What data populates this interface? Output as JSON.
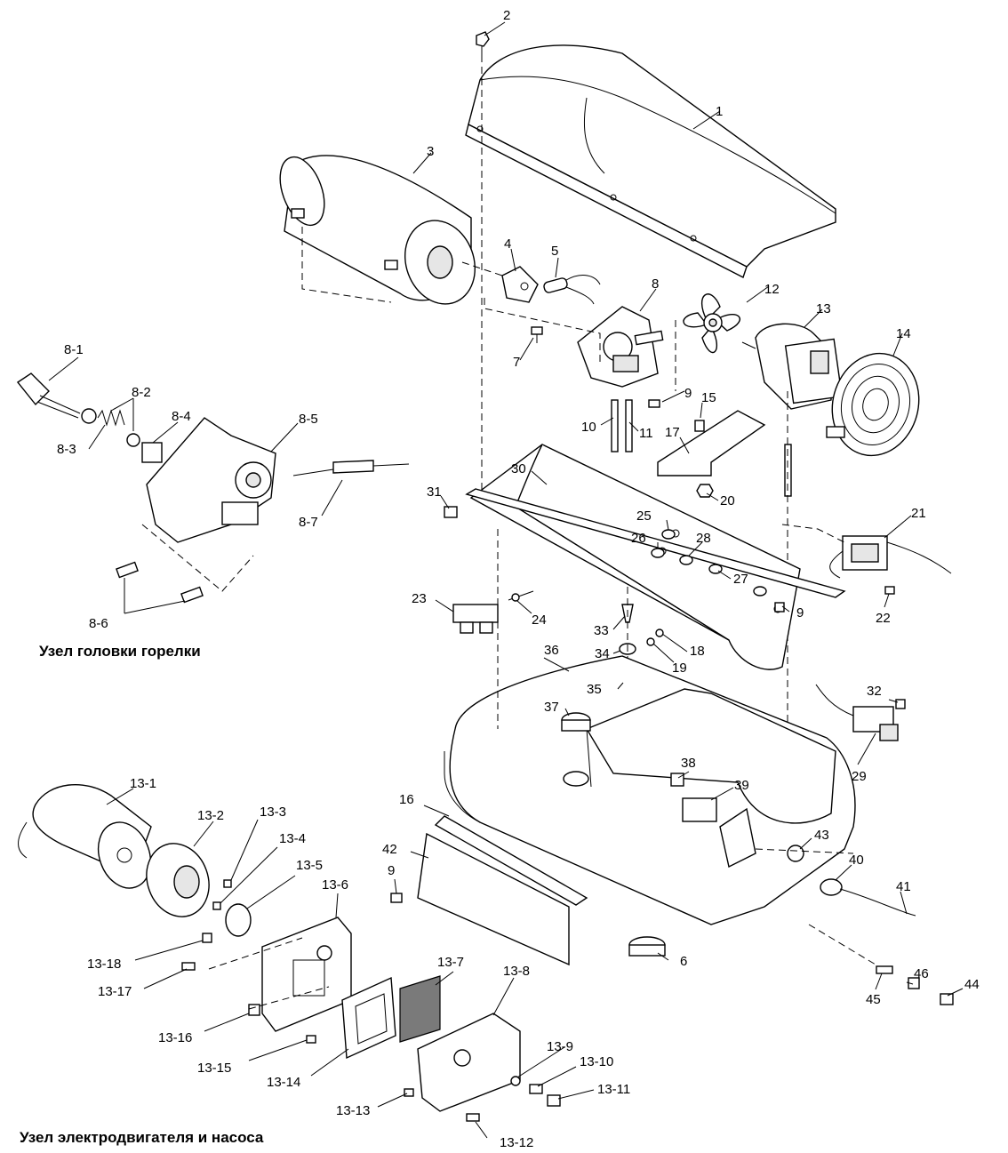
{
  "captions": {
    "burner_head_assembly": "Узел головки горелки",
    "motor_pump_assembly": "Узел электродвигателя и насоса"
  },
  "callouts": {
    "c1": "1",
    "c2": "2",
    "c3": "3",
    "c4": "4",
    "c5": "5",
    "c6": "6",
    "c7": "7",
    "c8": "8",
    "c9a": "9",
    "c9b": "9",
    "c9c": "9",
    "c10": "10",
    "c11": "11",
    "c12": "12",
    "c13": "13",
    "c14": "14",
    "c15": "15",
    "c16": "16",
    "c17": "17",
    "c18": "18",
    "c19": "19",
    "c20": "20",
    "c21": "21",
    "c22": "22",
    "c23": "23",
    "c24": "24",
    "c25": "25",
    "c26": "26",
    "c27": "27",
    "c28": "28",
    "c29": "29",
    "c30": "30",
    "c31": "31",
    "c32": "32",
    "c33": "33",
    "c34": "34",
    "c35": "35",
    "c36": "36",
    "c37": "37",
    "c38": "38",
    "c39": "39",
    "c40": "40",
    "c41": "41",
    "c42": "42",
    "c43": "43",
    "c44": "44",
    "c45": "45",
    "c46": "46",
    "c8_1": "8-1",
    "c8_2": "8-2",
    "c8_3": "8-3",
    "c8_4": "8-4",
    "c8_5": "8-5",
    "c8_6": "8-6",
    "c8_7": "8-7",
    "c13_1": "13-1",
    "c13_2": "13-2",
    "c13_3": "13-3",
    "c13_4": "13-4",
    "c13_5": "13-5",
    "c13_6": "13-6",
    "c13_7": "13-7",
    "c13_8": "13-8",
    "c13_9": "13-9",
    "c13_10": "13-10",
    "c13_11": "13-11",
    "c13_12": "13-12",
    "c13_13": "13-13",
    "c13_14": "13-14",
    "c13_15": "13-15",
    "c13_16": "13-16",
    "c13_17": "13-17",
    "c13_18": "13-18"
  }
}
